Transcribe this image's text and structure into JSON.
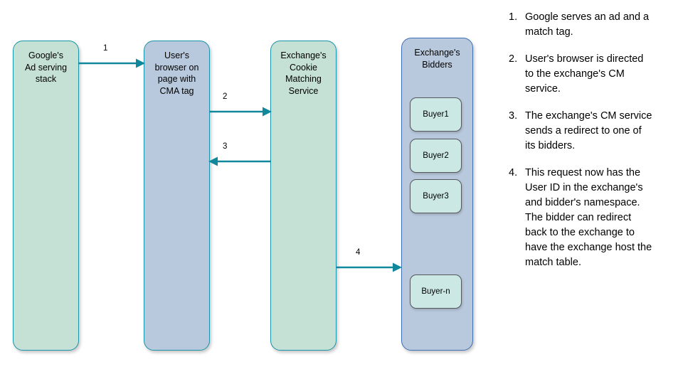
{
  "diagram": {
    "lanes": [
      {
        "id": "lane-1",
        "label": "Google's\nAd serving\nstack",
        "style": "green"
      },
      {
        "id": "lane-2",
        "label": "User's\nbrowser on\npage with\nCMA tag",
        "style": "blue"
      },
      {
        "id": "lane-3",
        "label": "Exchange's\nCookie\nMatching\nService",
        "style": "green"
      },
      {
        "id": "lane-4",
        "label": "Exchange's\nBidders",
        "style": "blue-b"
      }
    ],
    "buyers": [
      {
        "label": "Buyer1"
      },
      {
        "label": "Buyer2"
      },
      {
        "label": "Buyer3"
      },
      {
        "label": "Buyer-n"
      }
    ],
    "arrows": [
      {
        "label": "1",
        "direction": "right",
        "from": "lane-1",
        "to": "lane-2"
      },
      {
        "label": "2",
        "direction": "right",
        "from": "lane-2",
        "to": "lane-3"
      },
      {
        "label": "3",
        "direction": "left",
        "from": "lane-3",
        "to": "lane-2"
      },
      {
        "label": "4",
        "direction": "right",
        "from": "lane-3",
        "to": "lane-4"
      }
    ],
    "colors": {
      "green_fill": "#c5e0d4",
      "blue_fill": "#b9c9dd",
      "teal_border": "#1a94a8",
      "blue_border": "#3f6fb5",
      "buyer_fill": "#cce8e4",
      "buyer_border": "#55585c",
      "arrow": "#10879b"
    }
  },
  "steps": [
    {
      "num": "1.",
      "text": "Google serves an ad and a match tag."
    },
    {
      "num": "2.",
      "text": "User's browser is directed to the exchange's CM service."
    },
    {
      "num": "3.",
      "text": "The exchange's CM service sends a redirect to one of its bidders."
    },
    {
      "num": "4.",
      "text": "This request now has the User ID in the exchange's and bidder's namespace. The bidder can redirect back to the exchange to have the exchange host the match table."
    }
  ]
}
